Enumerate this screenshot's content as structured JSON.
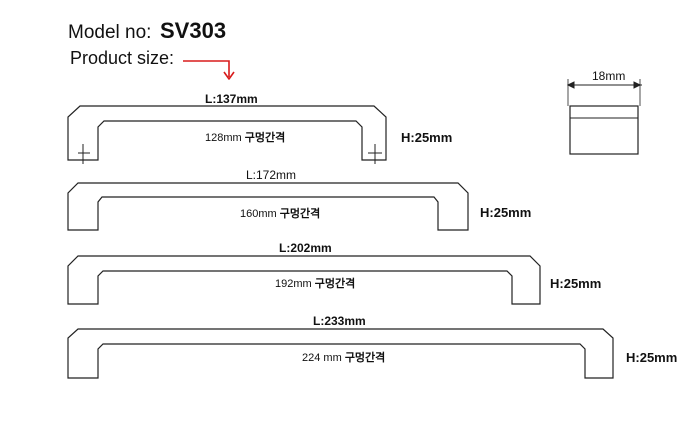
{
  "header": {
    "model_label": "Model no:",
    "model_value": "SV303",
    "product_size_label": "Product size:"
  },
  "profile": {
    "width_label": "18mm"
  },
  "handles": [
    {
      "length": "L:137mm",
      "spacing_value": "128mm",
      "spacing_label": "구멍간격",
      "height": "H:25mm"
    },
    {
      "length": "L:172mm",
      "spacing_value": "160mm",
      "spacing_label": "구멍간격",
      "height": "H:25mm"
    },
    {
      "length": "L:202mm",
      "spacing_value": "192mm",
      "spacing_label": "구멍간격",
      "height": "H:25mm"
    },
    {
      "length": "L:233mm",
      "spacing_value": "224 mm",
      "spacing_label": "구멍간격",
      "height": "H:25mm"
    }
  ],
  "colors": {
    "arrow": "#d81b1b",
    "outline": "#222222"
  }
}
